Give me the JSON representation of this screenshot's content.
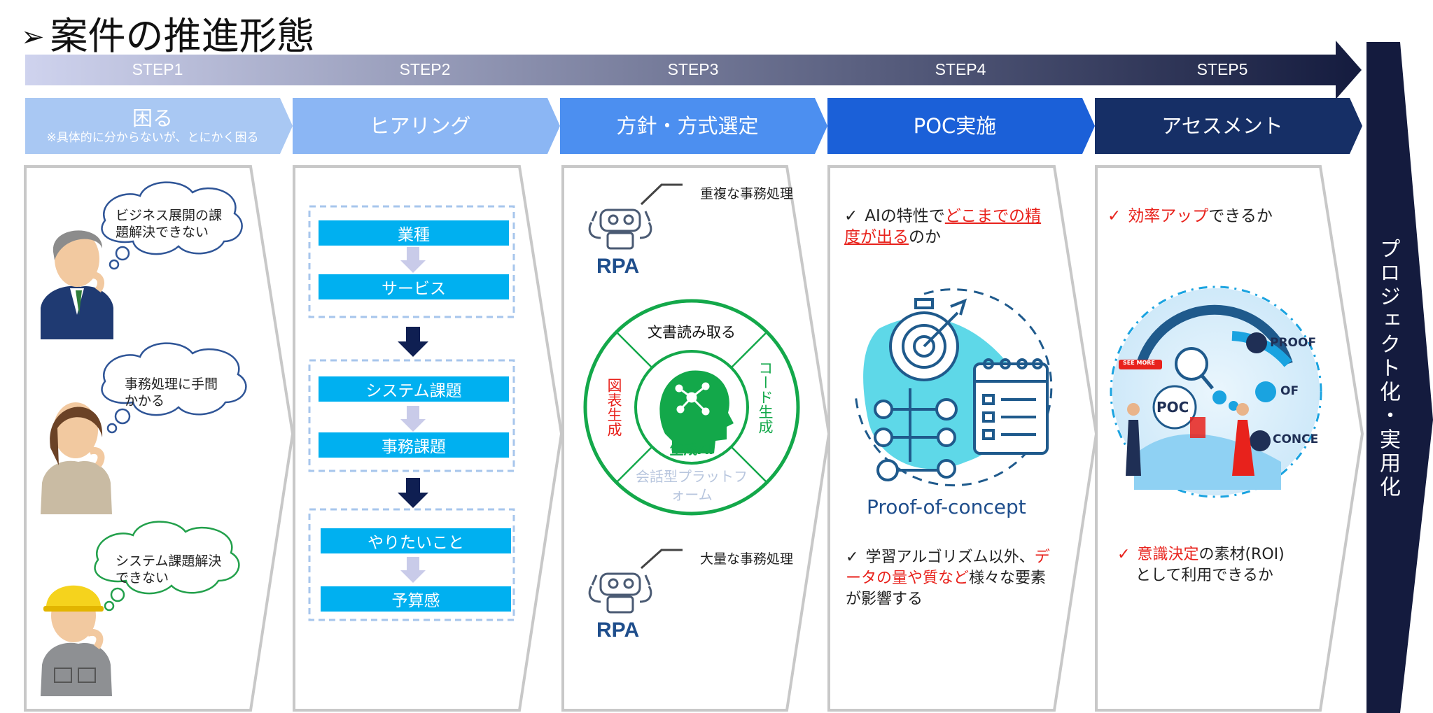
{
  "title": "案件の推進形態",
  "title_marker": "➢",
  "steps": [
    "STEP1",
    "STEP2",
    "STEP3",
    "STEP4",
    "STEP5"
  ],
  "phases": [
    {
      "label": "困る",
      "sub": "※具体的に分からないが、とにかく困る"
    },
    {
      "label": "ヒアリング"
    },
    {
      "label": "方針・方式選定"
    },
    {
      "label": "POC実施"
    },
    {
      "label": "アセスメント"
    }
  ],
  "colors": {
    "step_bar_start": "#cfd3ee",
    "step_bar_end": "#141b3e",
    "phase1": "#a9c8f3",
    "phase2": "#8bb6f4",
    "phase3": "#4c8ff0",
    "phase4": "#1b60d8",
    "phase5": "#162f66",
    "box_blue": "#00b0f0",
    "ai_green": "#13a84a",
    "red": "#e8221c",
    "sidebar": "#141b3e"
  },
  "col1": {
    "clouds": [
      "ビジネス展開の課題解決できない",
      "事務処理に手間かかる",
      "システム課題解決できない"
    ]
  },
  "col2": {
    "group1": [
      "業種",
      "サービス"
    ],
    "group2": [
      "システム課題",
      "事務課題"
    ],
    "group3": [
      "やりたいこと",
      "予算感"
    ]
  },
  "col3": {
    "rpa_label": "RPA",
    "note_top": "重複な事務処理",
    "note_bottom": "大量な事務処理",
    "wheel": {
      "top": "文書読み取る",
      "left": "図表生成",
      "right": "コード生成",
      "bottom": "会話型プラットフォーム",
      "center": "生成AI"
    }
  },
  "col4": {
    "check1": {
      "a": "AIの特性で",
      "b": "どこまでの精度が出る",
      "c": "のか"
    },
    "caption": "Proof-of-concept",
    "check2": {
      "a": "学習アルゴリズム以外、",
      "b": "データの量や質など",
      "c": "様々な要素が影響する"
    }
  },
  "col5": {
    "check1": {
      "a": "効率アップ",
      "b": "できるか"
    },
    "poc_words": [
      "POC",
      "PROOF",
      "OF",
      "CONCEPT"
    ],
    "see_more": "SEE MORE",
    "check2": {
      "a": "意識決定",
      "b": "の素材(ROI)",
      "c": "として利用できるか"
    }
  },
  "sidebar_text": "プロジェクト化・実用化",
  "check_mark": "✓"
}
